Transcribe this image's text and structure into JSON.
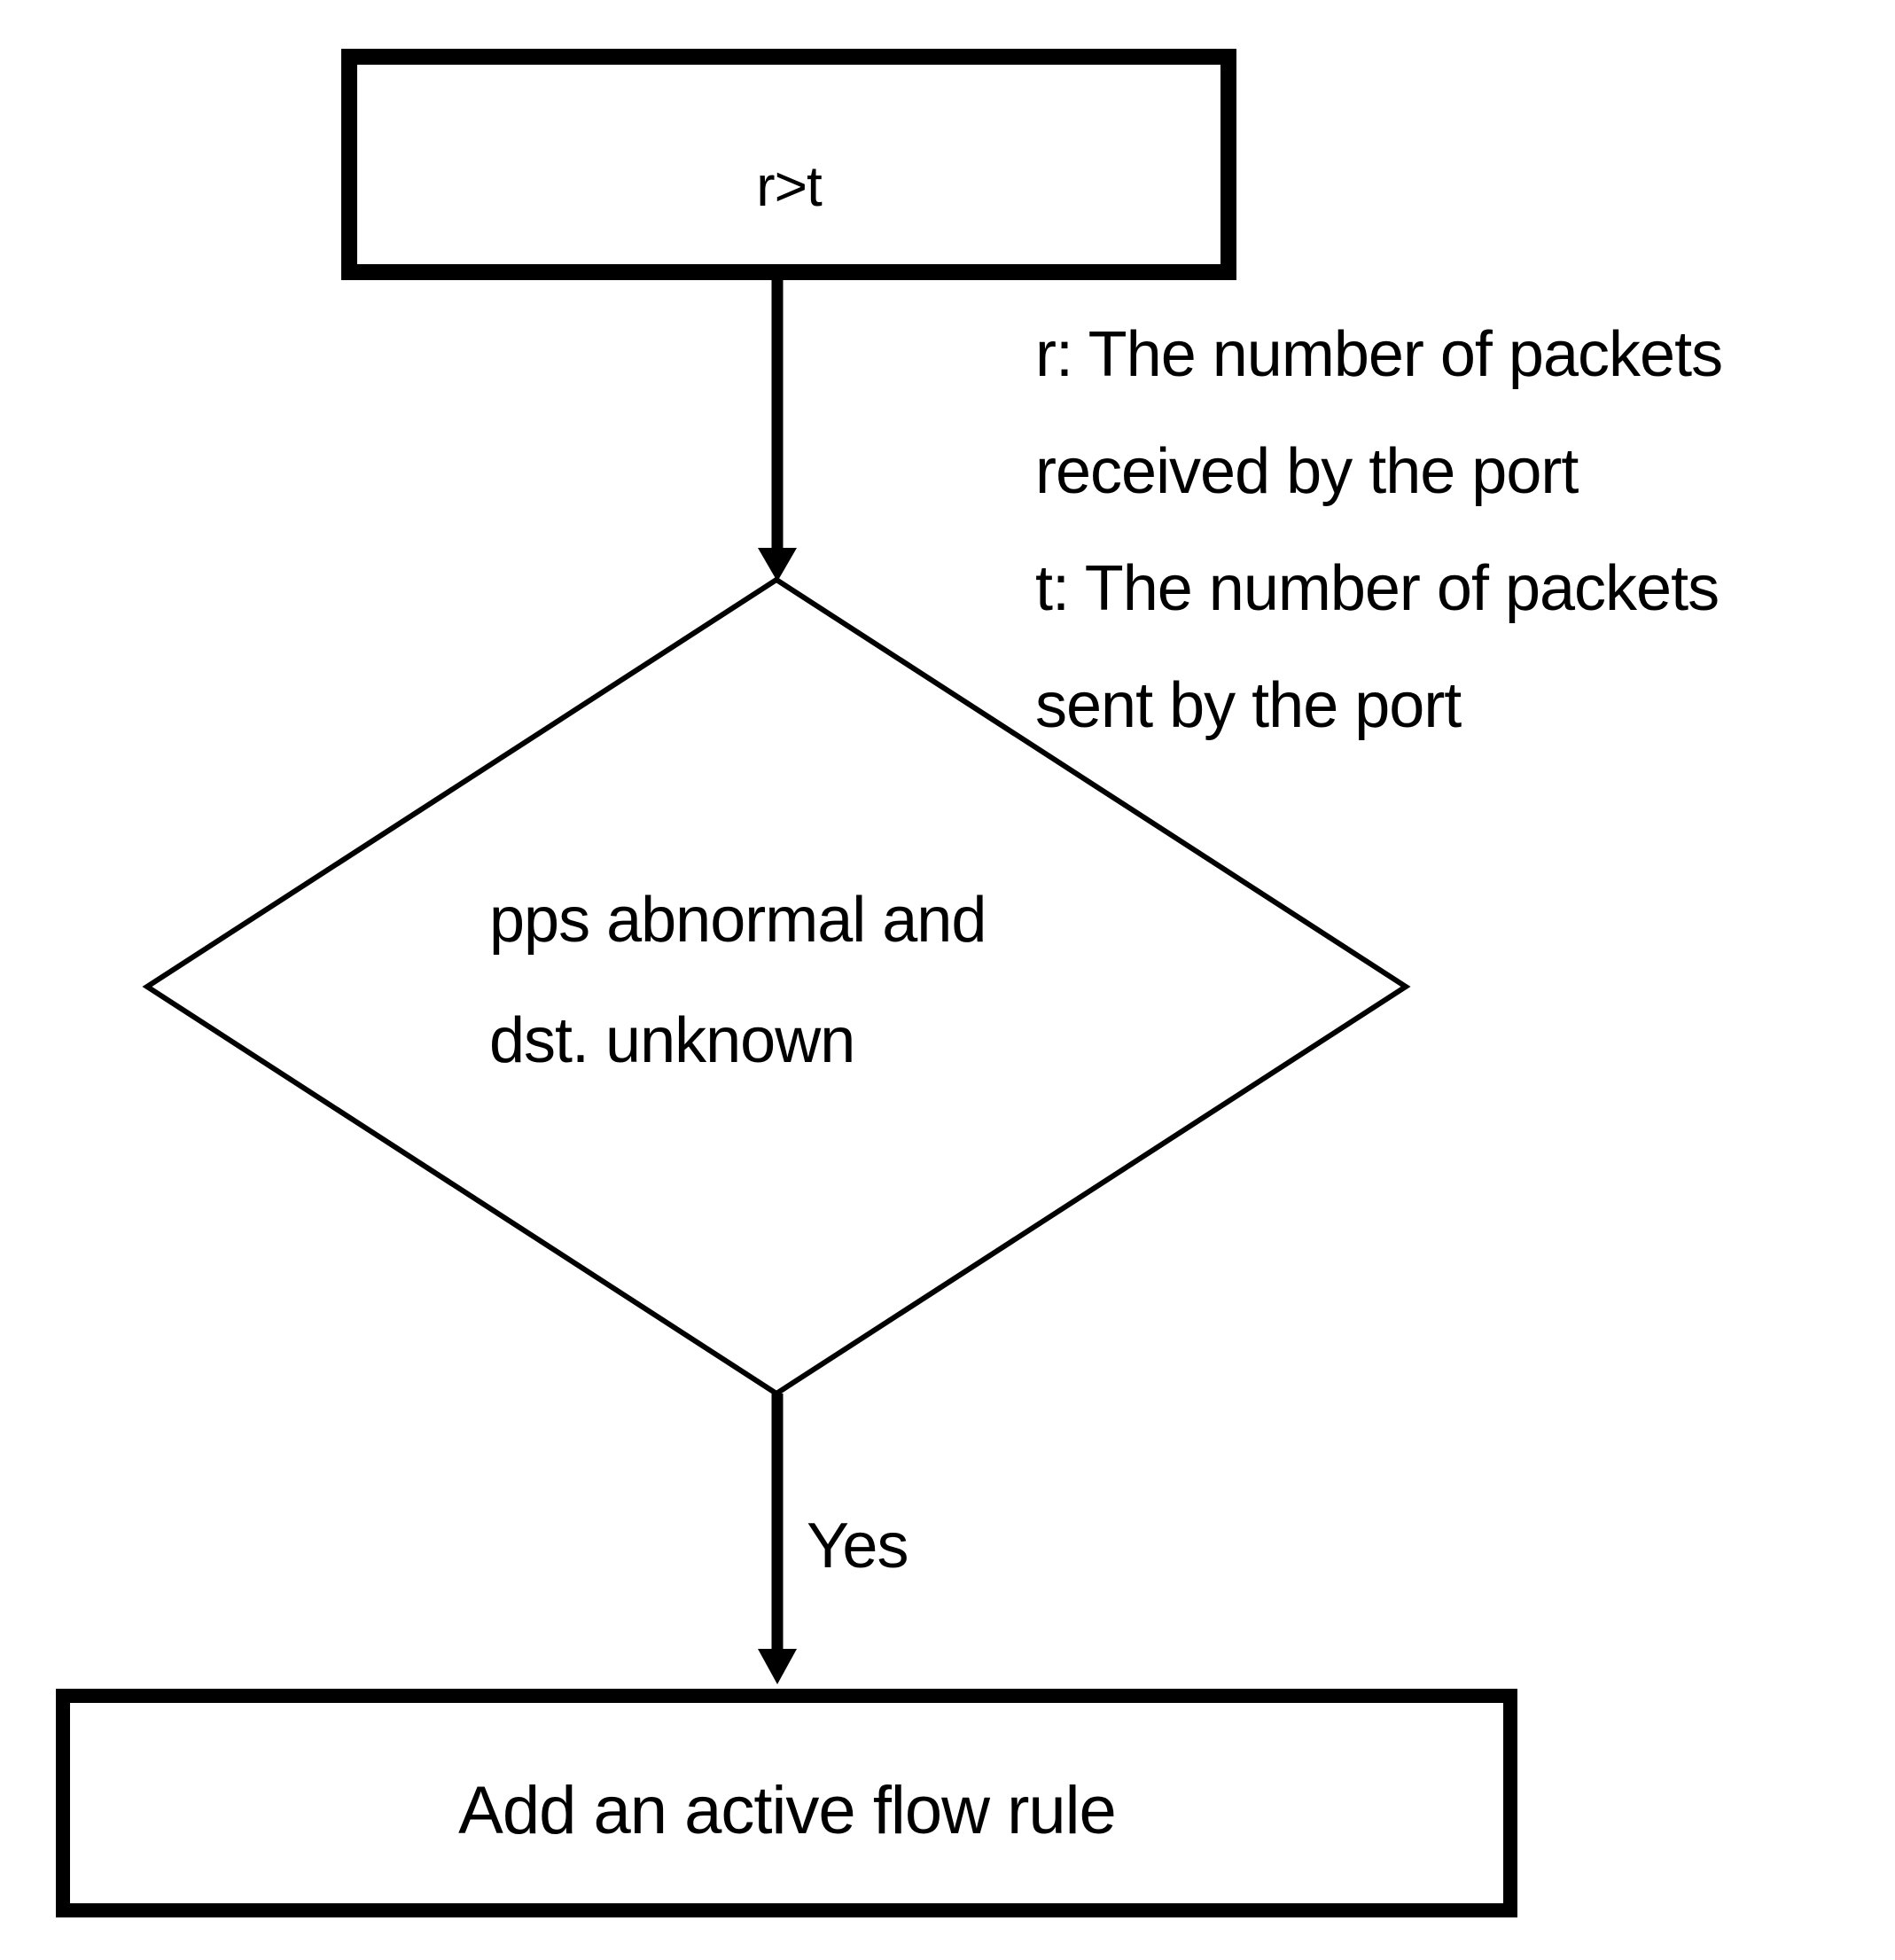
{
  "page": {
    "background": "#ffffff"
  },
  "flowchart": {
    "colors": {
      "stroke": "#000000",
      "node_fill": "#ffffff",
      "text": "#000000",
      "background": "#ffffff"
    },
    "nodes": [
      {
        "id": "condition",
        "shape": "rectangle",
        "label": "r>t"
      },
      {
        "id": "decision",
        "shape": "diamond",
        "label_lines": [
          "pps abnormal and",
          "dst. unknown"
        ]
      },
      {
        "id": "action",
        "shape": "rectangle",
        "label": "Add an active flow rule"
      }
    ],
    "edges": [
      {
        "from": "condition",
        "to": "decision"
      },
      {
        "from": "decision",
        "to": "action",
        "label": "Yes"
      }
    ],
    "annotation": {
      "lines": [
        "r: The number of packets",
        "received by the port",
        "t: The number of packets",
        "sent by the port"
      ]
    }
  }
}
